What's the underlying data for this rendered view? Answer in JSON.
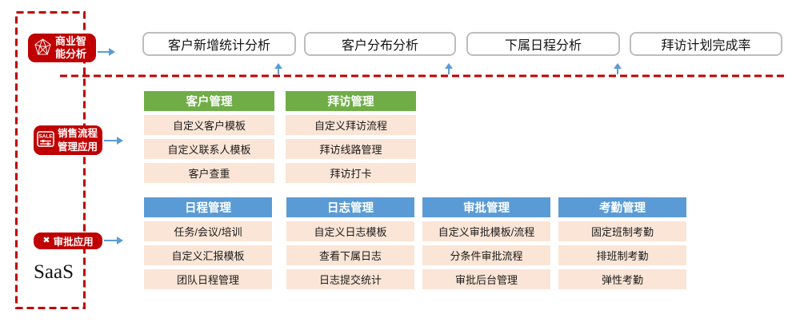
{
  "colors": {
    "boundary_red": "#C00000",
    "label_red": "#C00000",
    "green_header": "#70AD47",
    "blue_header": "#5B9BD5",
    "row_bg": "#FBE5D6",
    "arrow_blue": "#5B9BD5",
    "analysis_box_border": "#BDBDBD"
  },
  "icons": {
    "network": "network-gem-icon",
    "sale": "sale-settings-icon",
    "x": "✖"
  },
  "panel": {
    "bi_label": "商业智能分析",
    "sales_label": "销售流程管理应用",
    "approval_label": "审批应用",
    "saas_label": "SaaS",
    "sale_icon_text": "SALE"
  },
  "analysis_boxes": [
    {
      "label": "客户新增统计分析"
    },
    {
      "label": "客户分布分析"
    },
    {
      "label": "下属日程分析"
    },
    {
      "label": "拜访计划完成率"
    }
  ],
  "feature_tables": [
    {
      "theme": "green",
      "title": "客户管理",
      "rows": [
        "自定义客户模板",
        "自定义联系人模板",
        "客户查重"
      ]
    },
    {
      "theme": "green",
      "title": "拜访管理",
      "rows": [
        "自定义拜访流程",
        "拜访线路管理",
        "拜访打卡"
      ]
    },
    {
      "theme": "blue",
      "title": "日程管理",
      "rows": [
        "任务/会议/培训",
        "自定义汇报模板",
        "团队日程管理"
      ]
    },
    {
      "theme": "blue",
      "title": "日志管理",
      "rows": [
        "自定义日志模板",
        "查看下属日志",
        "日志提交统计"
      ]
    },
    {
      "theme": "blue",
      "title": "审批管理",
      "rows": [
        "自定义审批模板/流程",
        "分条件审批流程",
        "审批后台管理"
      ]
    },
    {
      "theme": "blue",
      "title": "考勤管理",
      "rows": [
        "固定班制考勤",
        "排班制考勤",
        "弹性考勤"
      ]
    }
  ]
}
